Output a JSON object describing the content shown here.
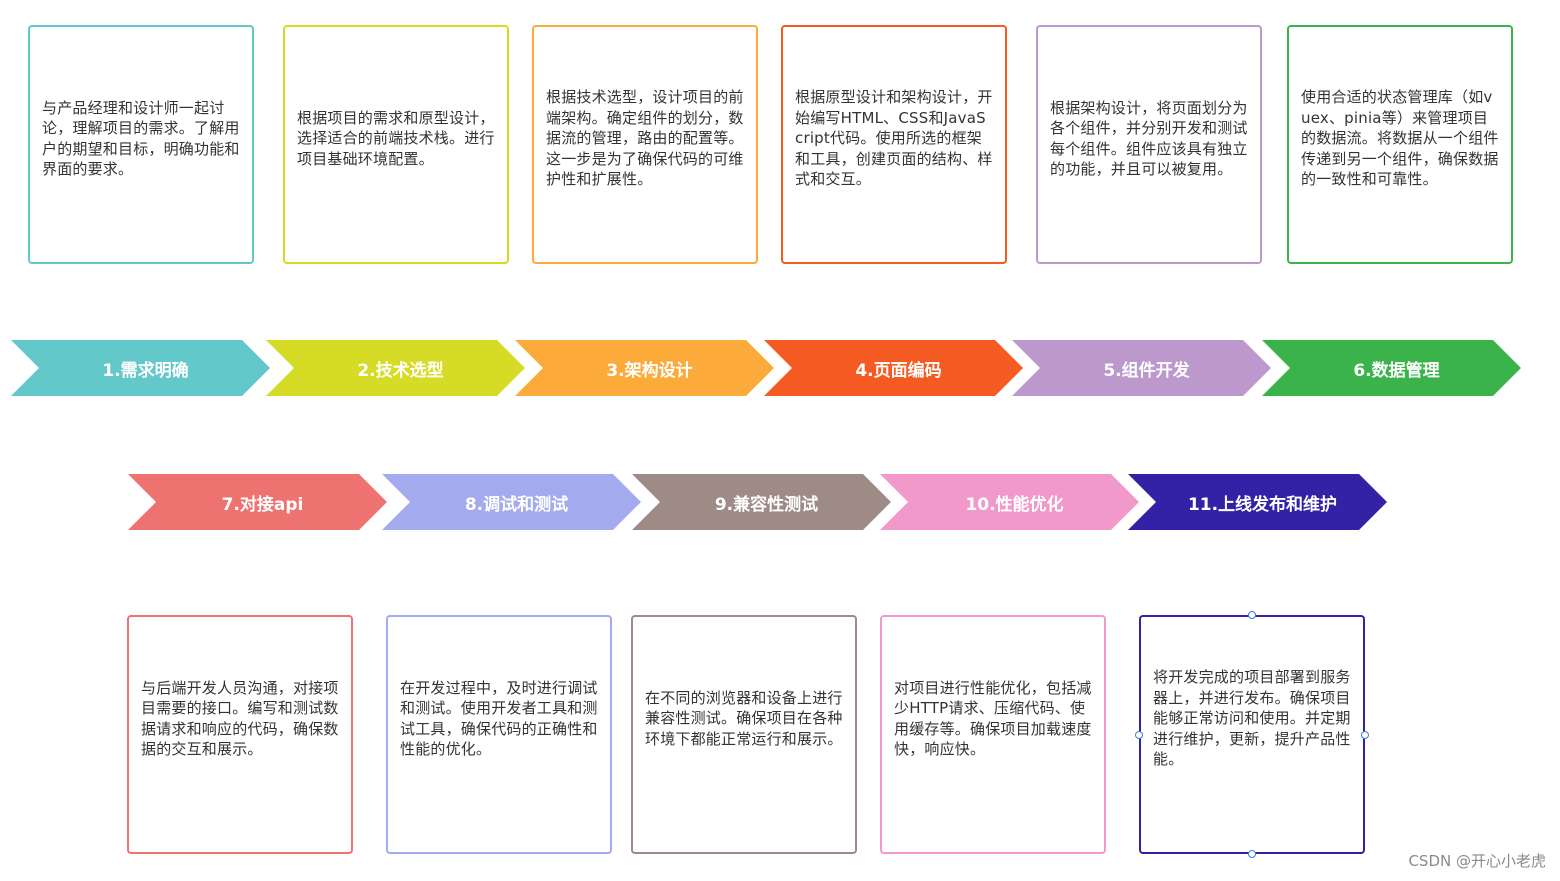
{
  "steps": [
    {
      "label": "1.需求明确",
      "color": "#62C8CA",
      "desc": "与产品经理和设计师一起讨论，理解项目的需求。了解用户的期望和目标，明确功能和界面的要求。"
    },
    {
      "label": "2.技术选型",
      "color": "#D6DB26",
      "desc": "根据项目的需求和原型设计，选择适合的前端技术栈。进行项目基础环境配置。"
    },
    {
      "label": "3.架构设计",
      "color": "#FCAA3A",
      "desc": "根据技术选型，设计项目的前端架构。确定组件的划分，数据流的管理，路由的配置等。这一步是为了确保代码的可维护性和扩展性。"
    },
    {
      "label": "4.页面编码",
      "color": "#F55A22",
      "desc": "根据原型设计和架构设计，开始编写HTML、CSS和JavaScript代码。使用所选的框架和工具，创建页面的结构、样式和交互。"
    },
    {
      "label": "5.组件开发",
      "color": "#BC98CC",
      "desc": "根据架构设计，将页面划分为各个组件，并分别开发和测试每个组件。组件应该具有独立的功能，并且可以被复用。"
    },
    {
      "label": "6.数据管理",
      "color": "#3AB44A",
      "desc": "使用合适的状态管理库（如vuex、pinia等）来管理项目的数据流。将数据从一个组件传递到另一个组件，确保数据的一致性和可靠性。"
    },
    {
      "label": "7.对接api",
      "color": "#EE7370",
      "desc": "与后端开发人员沟通，对接项目需要的接口。编写和测试数据请求和响应的代码，确保数据的交互和展示。"
    },
    {
      "label": "8.调试和测试",
      "color": "#A3ABEE",
      "desc": "在开发过程中，及时进行调试和测试。使用开发者工具和测试工具，确保代码的正确性和性能的优化。"
    },
    {
      "label": "9.兼容性测试",
      "color": "#9E8B86",
      "desc": "在不同的浏览器和设备上进行兼容性测试。确保项目在各种环境下都能正常运行和展示。"
    },
    {
      "label": "10.性能优化",
      "color": "#F099CA",
      "desc": "对项目进行性能优化，包括减少HTTP请求、压缩代码、使用缓存等。确保项目加载速度快，响应快。"
    },
    {
      "label": "11.上线发布和维护",
      "color": "#3321A6",
      "desc": "将开发完成的项目部署到服务器上，并进行发布。确保项目能够正常访问和使用。并定期进行维护，更新，提升产品性能。"
    }
  ],
  "watermark": "CSDN @开心小老虎",
  "icons": {
    "selection_handle": "selection-handle-icon"
  }
}
